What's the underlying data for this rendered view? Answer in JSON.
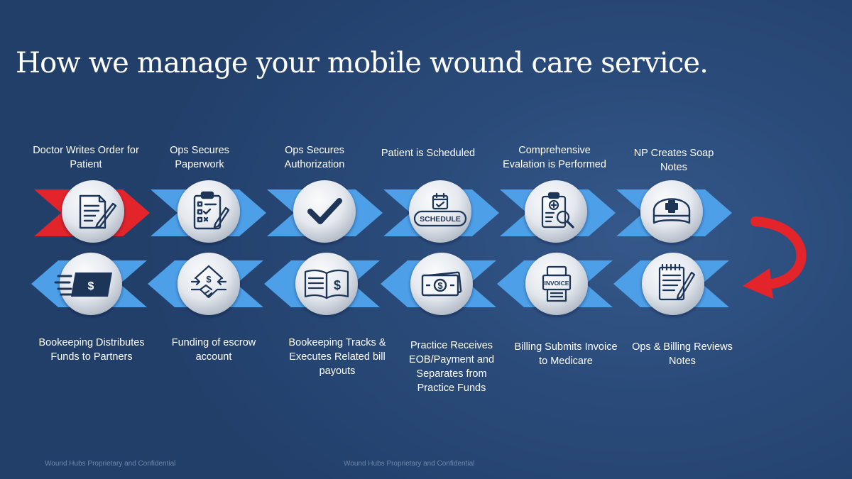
{
  "title": "How we manage your mobile wound care service.",
  "top_row": [
    {
      "label": "Doctor Writes Order for Patient",
      "icon": "document-pen-icon"
    },
    {
      "label": "Ops Secures Paperwork",
      "icon": "clipboard-checklist-icon"
    },
    {
      "label": "Ops Secures Authorization",
      "icon": "checkmark-icon"
    },
    {
      "label": "Patient is Scheduled",
      "icon": "calendar-schedule-icon",
      "badge": "SCHEDULE"
    },
    {
      "label": "Comprehensive Evalation is Performed",
      "icon": "medical-clipboard-magnifier-icon"
    },
    {
      "label": "NP Creates Soap Notes",
      "icon": "nurse-cap-icon"
    }
  ],
  "bottom_row": [
    {
      "label": "Bookeeping Distributes Funds to Partners",
      "icon": "moving-cash-icon"
    },
    {
      "label": "Funding of escrow account",
      "icon": "handshake-escrow-icon"
    },
    {
      "label": "Bookeeping Tracks & Executes Related bill payouts",
      "icon": "ledger-book-icon"
    },
    {
      "label": "Practice Receives EOB/Payment and Separates from Practice Funds",
      "icon": "banknote-icon"
    },
    {
      "label": "Billing Submits Invoice to Medicare",
      "icon": "invoice-machine-icon",
      "badge": "INVOICE"
    },
    {
      "label": "Ops & Billing Reviews Notes",
      "icon": "notepad-pen-icon"
    }
  ],
  "footer": {
    "left": "Wound Hubs Proprietary and Confidential",
    "center": "Wound Hubs Proprietary and Confidential"
  },
  "colors": {
    "background": "#294a78",
    "chevron_blue": "#4d9fe8",
    "chevron_red": "#e3242b",
    "icon_navy": "#1d3557",
    "circle_light": "#eef1f5",
    "circle_dark": "#aeb7c3",
    "connector_red": "#e3242b"
  }
}
